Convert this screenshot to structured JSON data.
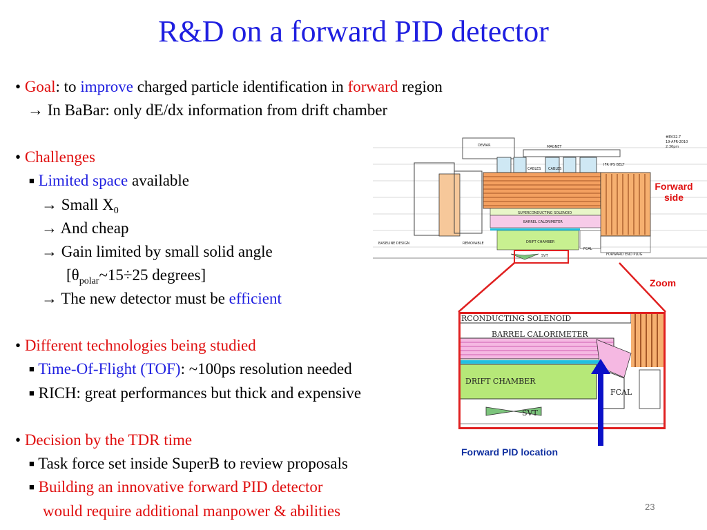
{
  "title": "R&D on a forward PID detector",
  "bullets": {
    "goal_label": "Goal",
    "goal_to": ": to ",
    "goal_improve": "improve",
    "goal_mid": " charged particle identification in ",
    "goal_forward": "forward",
    "goal_end": " region",
    "babar": "→ In BaBar: only dE/dx information from drift chamber",
    "challenges": "Challenges",
    "limited_space": "Limited space",
    "available": " available",
    "small_x0_prefix": "→ Small X",
    "small_x0_sub": "0",
    "and_cheap": "→ And cheap",
    "gain": "→ Gain limited by small solid angle",
    "theta_open": "[θ",
    "theta_sub": "polar",
    "theta_close": "~15÷25 degrees]",
    "efficient_prefix": "→ The new detector must be ",
    "efficient": "efficient",
    "different": "Different technologies being studied",
    "tof_label": "Time-Of-Flight (TOF)",
    "tof_rest": ": ~100ps resolution needed",
    "rich": "RICH: great performances but thick and expensive",
    "decision": "Decision by the TDR time",
    "task_force": "Task force set inside SuperB to review proposals",
    "building1": "Building an innovative forward PID detector",
    "building2": "would require additional manpower & abilities"
  },
  "figure": {
    "forward_side_1": "Forward",
    "forward_side_2": "side",
    "zoom": "Zoom",
    "pid_location": "Forward PID location",
    "labels": {
      "dewar": "DEWAR",
      "magnet": "MAGNET",
      "cables1": "CABLES",
      "cables2": "CABLES",
      "ifr": "IFR IPS BELT",
      "solenoid": "SUPERCONDUCTING SOLENOID",
      "calorimeter": "BARREL CALORIMETER",
      "drift": "DRIFT CHAMBER",
      "fcal": "FCAL",
      "svt": "SVT",
      "fwd_plug": "FORWARD END PLUG",
      "removable": "REMOVABLE",
      "baseline": "BASELINE DESIGN",
      "version": "#BV32.7",
      "date": "19-APR-2010",
      "time": "2:36pm",
      "zoom_solenoid": "RCONDUCTING SOLENOID",
      "zoom_calorimeter": "BARREL CALORIMETER",
      "zoom_drift": "DRIFT CHAMBER",
      "zoom_fcal": "FCAL",
      "zoom_svt": "SVT"
    }
  },
  "page_number": "23",
  "colors": {
    "title": "#1f1fe0",
    "accent_red": "#e01010",
    "accent_blue": "#1f1fe0",
    "caption_blue": "#1030a0",
    "arrow": "#0a10c8"
  }
}
